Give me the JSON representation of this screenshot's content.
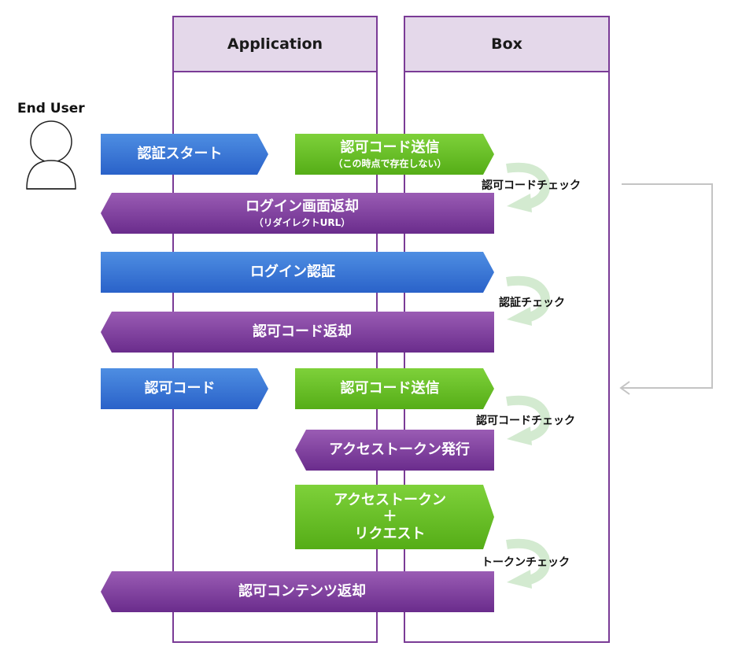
{
  "actor": {
    "label": "End User"
  },
  "lanes": {
    "application": "Application",
    "box": "Box"
  },
  "steps": {
    "auth_start": "認証スタート",
    "auth_code_send_1": "認可コード送信",
    "auth_code_send_1_note": "（この時点で存在しない）",
    "login_screen_return": "ログイン画面返却",
    "login_screen_return_note": "（リダイレクトURL）",
    "login_auth": "ログイン認証",
    "auth_code_return": "認可コード返却",
    "auth_code": "認可コード",
    "auth_code_send_2": "認可コード送信",
    "access_token_issue": "アクセストークン発行",
    "token_request_line1": "アクセストークン",
    "token_request_line2": "＋",
    "token_request_line3": "リクエスト",
    "content_return": "認可コンテンツ返却"
  },
  "checks": {
    "auth_code_check_1": "認可コードチェック",
    "auth_check": "認証チェック",
    "auth_code_check_2": "認可コードチェック",
    "token_check": "トークンチェック"
  },
  "colors": {
    "lane_border": "#7a3b96",
    "lane_header": "#e4d8ea",
    "blue": "#3a78d6",
    "green": "#6cc12a",
    "purple": "#7e3f9e",
    "loop": "#d3ead0"
  },
  "icons": {
    "loop": "loop-arrow-icon",
    "actor": "user-icon",
    "return": "return-arrow-icon"
  }
}
